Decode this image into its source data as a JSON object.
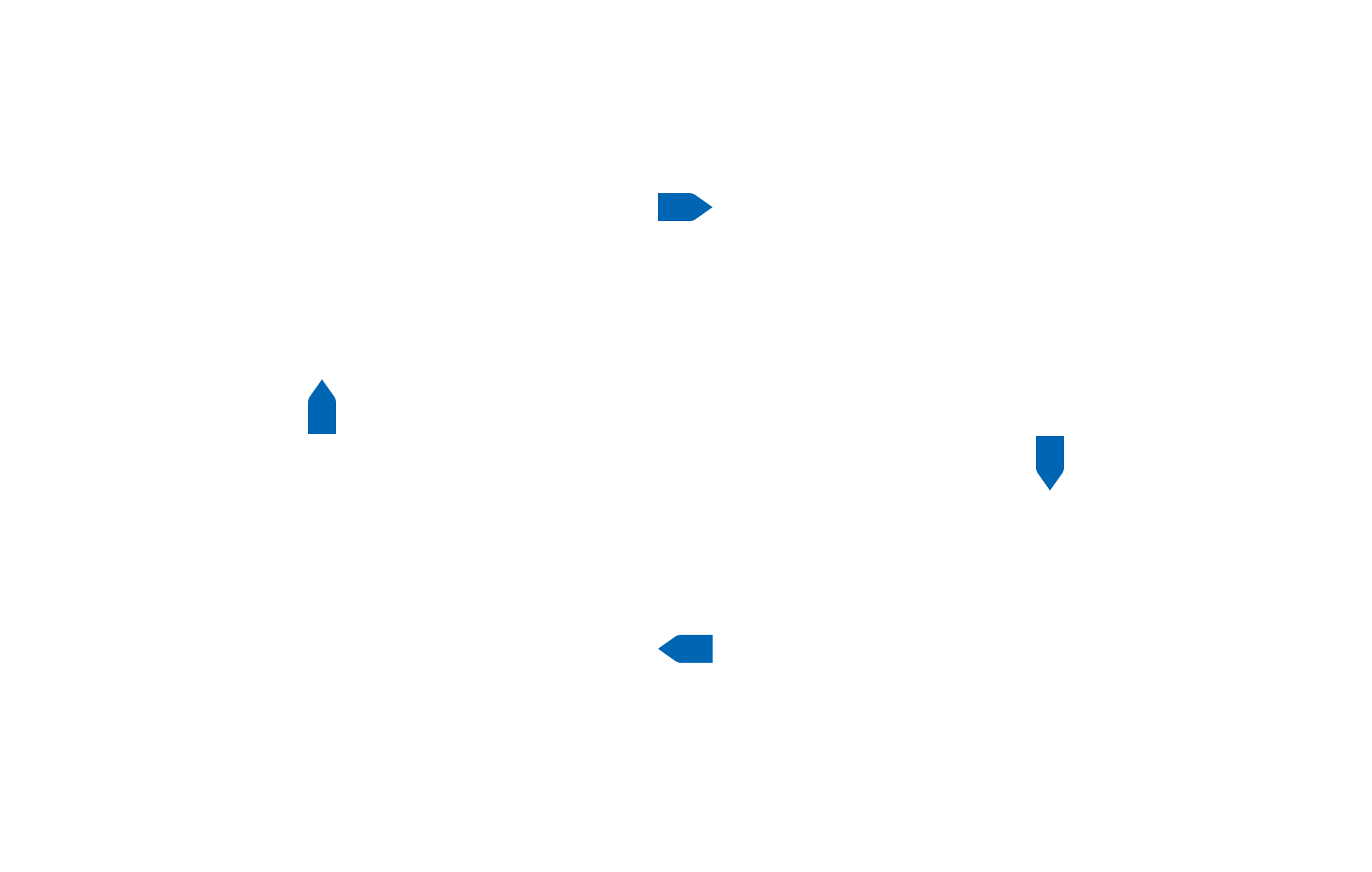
{
  "diagram": {
    "accent_color": "#0066b3",
    "background_color": "#ffffff",
    "tabs": [
      {
        "id": "tab-top",
        "icon": "arrow-tab-right-icon",
        "direction": "right"
      },
      {
        "id": "tab-left",
        "icon": "arrow-tab-up-icon",
        "direction": "up"
      },
      {
        "id": "tab-right",
        "icon": "arrow-tab-down-icon",
        "direction": "down"
      },
      {
        "id": "tab-bottom",
        "icon": "arrow-tab-left-icon",
        "direction": "left"
      }
    ]
  }
}
